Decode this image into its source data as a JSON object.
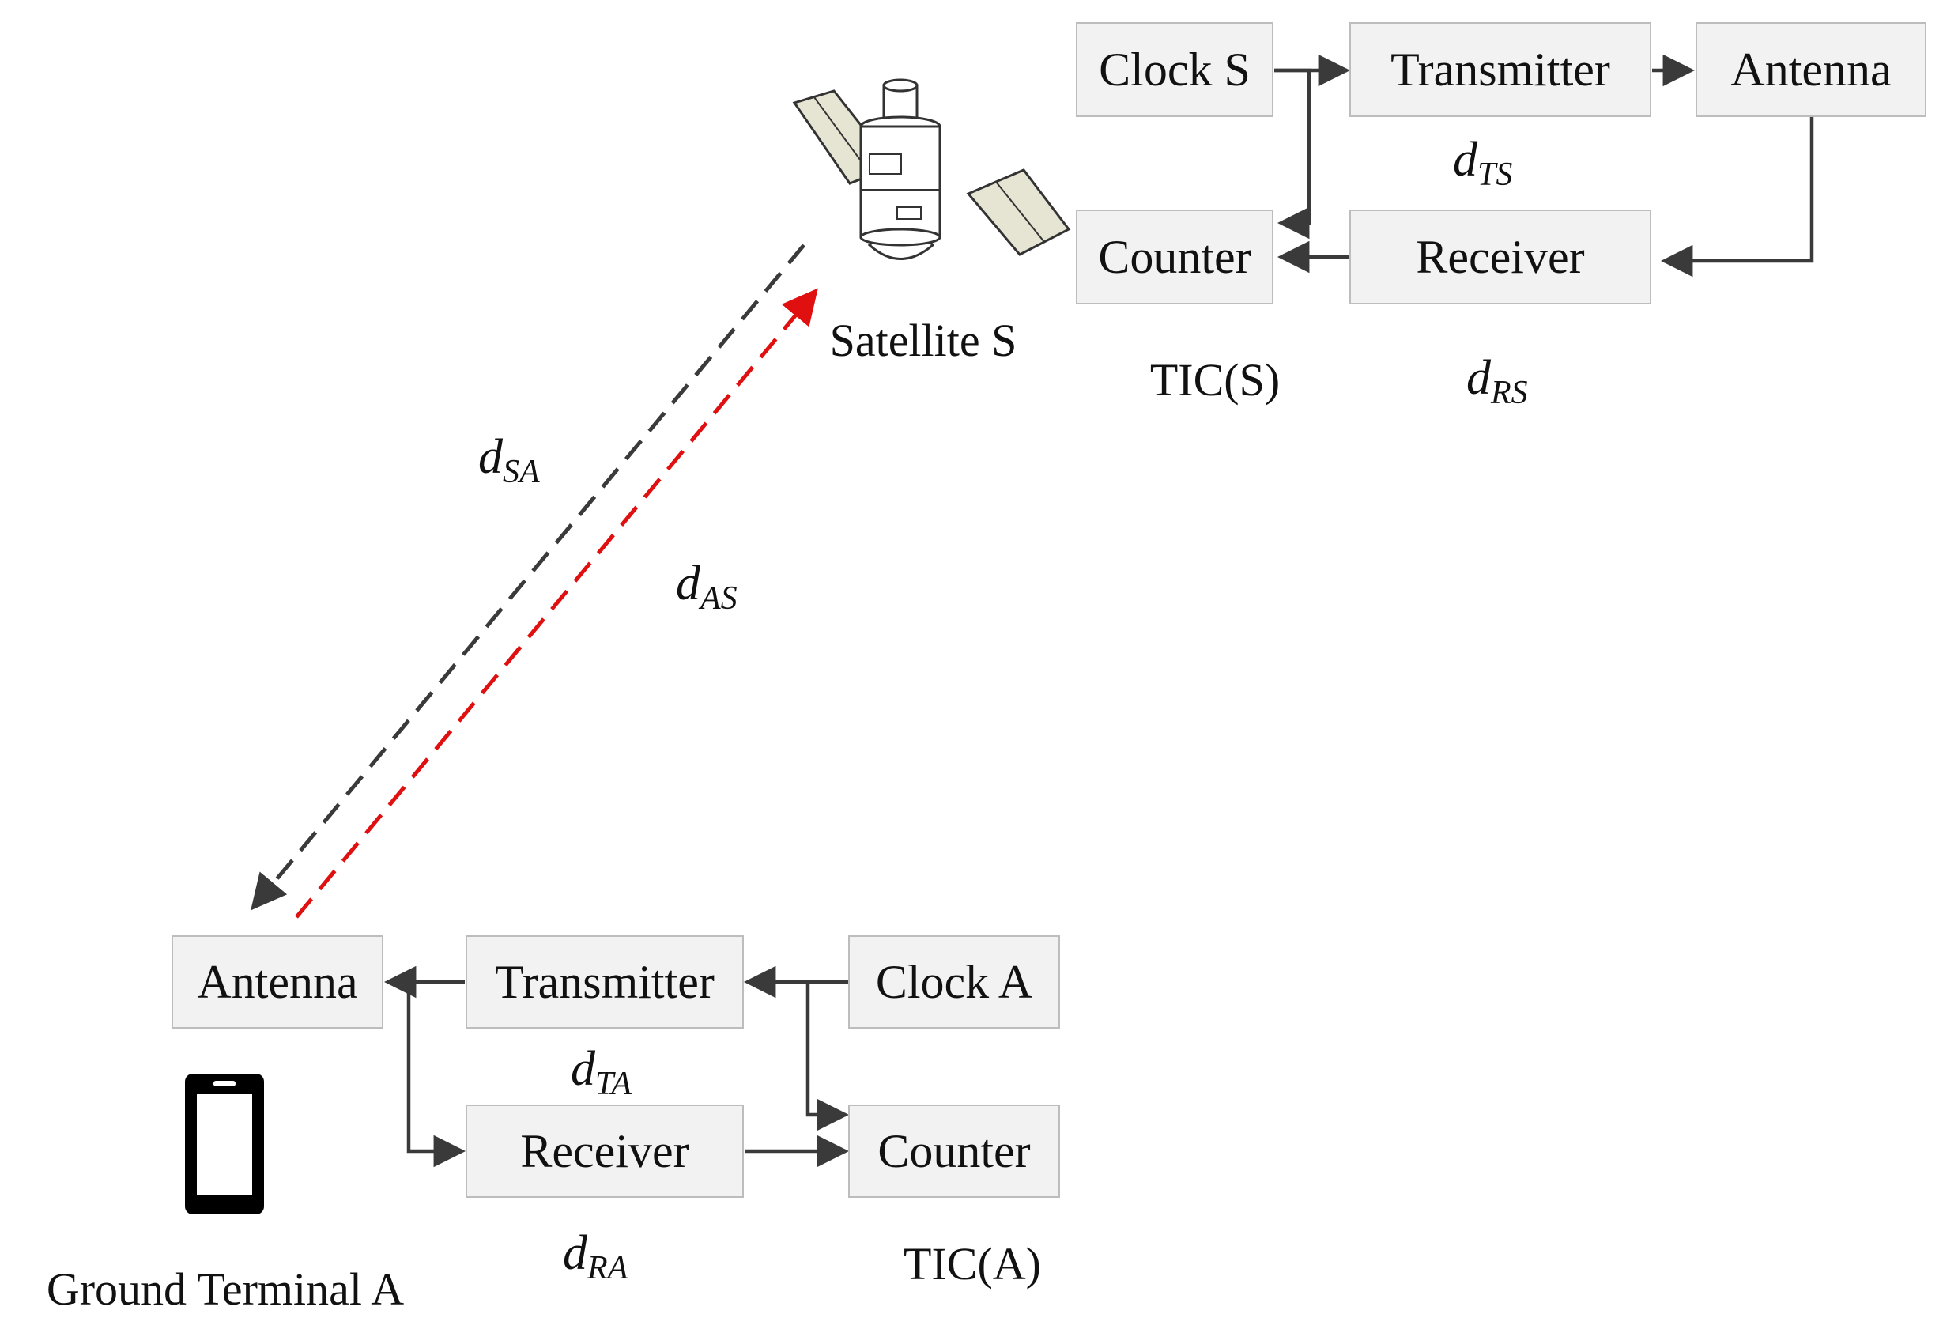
{
  "satellite_side": {
    "clock": "Clock S",
    "transmitter": "Transmitter",
    "antenna": "Antenna",
    "counter": "Counter",
    "receiver": "Receiver",
    "delay_transmit": {
      "base": "d",
      "sub": "TS"
    },
    "delay_receive": {
      "base": "d",
      "sub": "RS"
    },
    "tic": "TIC(S)",
    "label": "Satellite S"
  },
  "ground_side": {
    "antenna": "Antenna",
    "transmitter": "Transmitter",
    "clock": "Clock A",
    "receiver": "Receiver",
    "counter": "Counter",
    "delay_transmit": {
      "base": "d",
      "sub": "TA"
    },
    "delay_receive": {
      "base": "d",
      "sub": "RA"
    },
    "tic": "TIC(A)",
    "label": "Ground Terminal A"
  },
  "links": {
    "downlink": {
      "base": "d",
      "sub": "SA"
    },
    "uplink": {
      "base": "d",
      "sub": "AS"
    }
  },
  "colors": {
    "downlink": "#3a3a3a",
    "uplink": "#e01010",
    "box_fill": "#f2f2f2",
    "box_stroke": "#bdbdbd"
  },
  "icons": {
    "satellite": "satellite-icon",
    "ground_terminal": "phone-icon"
  }
}
